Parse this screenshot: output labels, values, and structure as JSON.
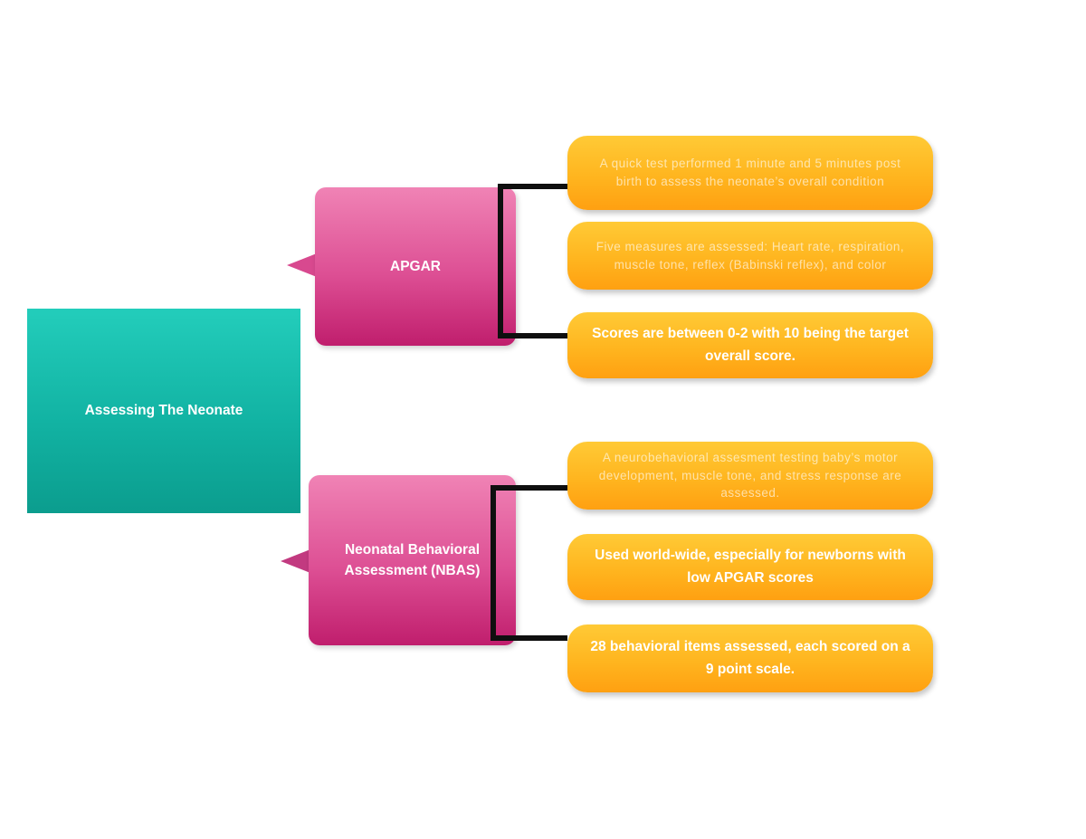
{
  "diagram": {
    "root": {
      "label": "Assessing The Neonate"
    },
    "branches": [
      {
        "label": "APGAR",
        "children": [
          {
            "text": "A quick test performed 1 minute and 5 minutes post birth to assess the neonate’s overall condition"
          },
          {
            "text": "Five measures are assessed: Heart rate, respiration, muscle tone, reflex (Babinski reflex), and color"
          },
          {
            "text": "Scores are between 0-2 with 10 being the target overall score."
          }
        ]
      },
      {
        "label": "Neonatal Behavioral Assessment (NBAS)",
        "children": [
          {
            "text": "A neurobehavioral assesment testing baby’s motor development, muscle tone, and stress response are assessed."
          },
          {
            "text": "Used world-wide, especially for newborns with low APGAR scores"
          },
          {
            "text": "28 behavioral items assessed, each scored on a 9 point scale."
          }
        ]
      }
    ],
    "colors": {
      "root_fill_top": "#23cdbb",
      "root_fill_bottom": "#0b9d8e",
      "branch_fill_top": "#f083b5",
      "branch_fill_bottom": "#c01e6d",
      "leaf_fill_top": "#ffca36",
      "leaf_fill_bottom": "#ffa011",
      "connector": "#0f0f0f",
      "text": "#ffffff"
    }
  }
}
